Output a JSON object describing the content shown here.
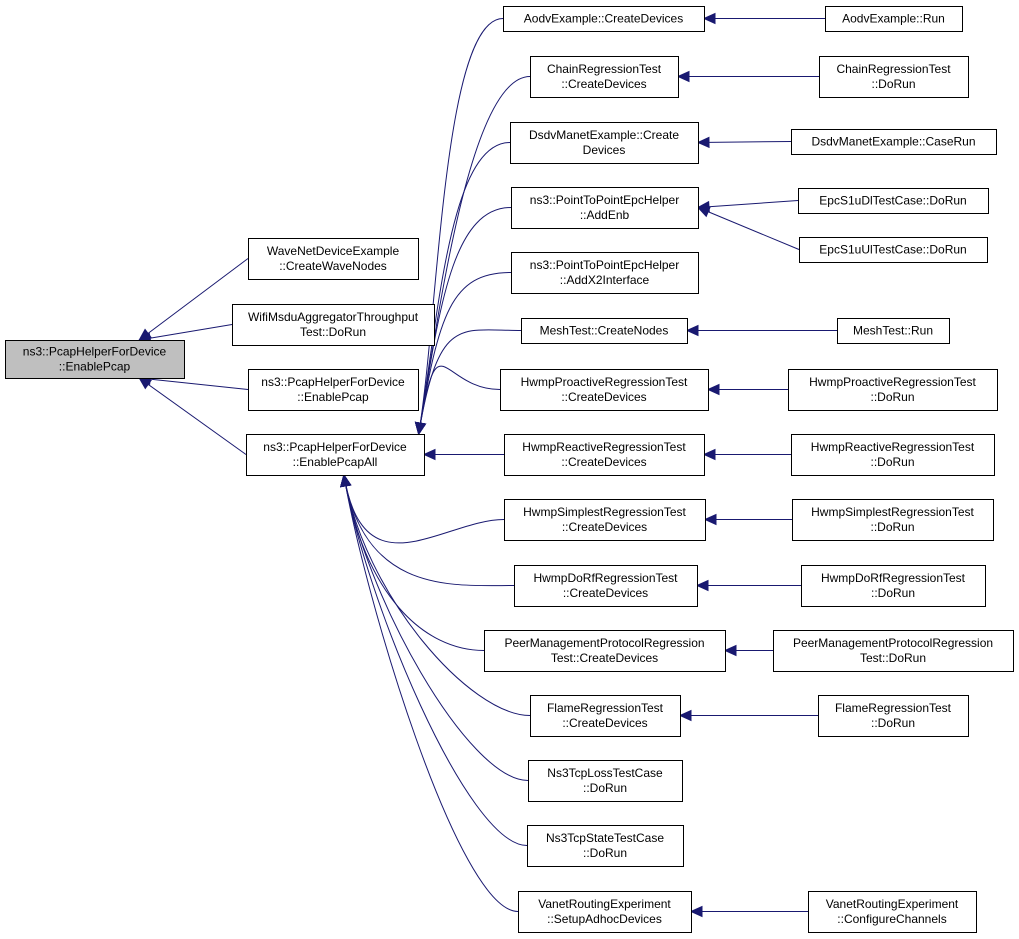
{
  "colors": {
    "edge": "#191970",
    "focus_fill": "#bfbfbf",
    "node_fill": "#ffffff",
    "node_border": "#000000"
  },
  "nodes": [
    {
      "id": "enablepcap",
      "name": "node-pcaphelper-enablepcap",
      "lines": [
        "ns3::PcapHelperForDevice",
        "::EnablePcap"
      ],
      "focus": true
    },
    {
      "id": "wavenet",
      "name": "node-wavenet-createwavenodes",
      "lines": [
        "WaveNetDeviceExample",
        "::CreateWaveNodes"
      ]
    },
    {
      "id": "wifimsdu",
      "name": "node-wifimsdu-dorun",
      "lines": [
        "WifiMsduAggregatorThroughput",
        "Test::DoRun"
      ]
    },
    {
      "id": "enablepcap2",
      "name": "node-pcaphelper-enablepcap-overload",
      "lines": [
        "ns3::PcapHelperForDevice",
        "::EnablePcap"
      ]
    },
    {
      "id": "enablepcapall",
      "name": "node-pcaphelper-enablepcapall",
      "lines": [
        "ns3::PcapHelperForDevice",
        "::EnablePcapAll"
      ]
    },
    {
      "id": "aodv",
      "name": "node-aodv-createdevices",
      "lines": [
        "AodvExample::CreateDevices"
      ]
    },
    {
      "id": "chain",
      "name": "node-chain-createdevices",
      "lines": [
        "ChainRegressionTest",
        "::CreateDevices"
      ]
    },
    {
      "id": "dsdv",
      "name": "node-dsdv-createdevices",
      "lines": [
        "DsdvManetExample::Create",
        "Devices"
      ]
    },
    {
      "id": "p2paddenb",
      "name": "node-p2pepc-addenb",
      "lines": [
        "ns3::PointToPointEpcHelper",
        "::AddEnb"
      ]
    },
    {
      "id": "p2paddx2",
      "name": "node-p2pepc-addx2interface",
      "lines": [
        "ns3::PointToPointEpcHelper",
        "::AddX2Interface"
      ]
    },
    {
      "id": "meshcreate",
      "name": "node-mesh-createnodes",
      "lines": [
        "MeshTest::CreateNodes"
      ]
    },
    {
      "id": "hwmpproact",
      "name": "node-hwmpproactive-createdevices",
      "lines": [
        "HwmpProactiveRegressionTest",
        "::CreateDevices"
      ]
    },
    {
      "id": "hwmpreact",
      "name": "node-hwmpreactive-createdevices",
      "lines": [
        "HwmpReactiveRegressionTest",
        "::CreateDevices"
      ]
    },
    {
      "id": "hwmpsimp",
      "name": "node-hwmpsimplest-createdevices",
      "lines": [
        "HwmpSimplestRegressionTest",
        "::CreateDevices"
      ]
    },
    {
      "id": "hwmpdorf",
      "name": "node-hwmpdorf-createdevices",
      "lines": [
        "HwmpDoRfRegressionTest",
        "::CreateDevices"
      ]
    },
    {
      "id": "peermgmt",
      "name": "node-peermanagement-createdevices",
      "lines": [
        "PeerManagementProtocolRegression",
        "Test::CreateDevices"
      ]
    },
    {
      "id": "flame",
      "name": "node-flame-createdevices",
      "lines": [
        "FlameRegressionTest",
        "::CreateDevices"
      ]
    },
    {
      "id": "tcploss",
      "name": "node-tcploss-dorun",
      "lines": [
        "Ns3TcpLossTestCase",
        "::DoRun"
      ]
    },
    {
      "id": "tcpstate",
      "name": "node-tcpstate-dorun",
      "lines": [
        "Ns3TcpStateTestCase",
        "::DoRun"
      ]
    },
    {
      "id": "vanet",
      "name": "node-vanet-setupadhocdevices",
      "lines": [
        "VanetRoutingExperiment",
        "::SetupAdhocDevices"
      ]
    },
    {
      "id": "aodvrun",
      "name": "node-aodv-run",
      "lines": [
        "AodvExample::Run"
      ]
    },
    {
      "id": "chainrun",
      "name": "node-chain-dorun",
      "lines": [
        "ChainRegressionTest",
        "::DoRun"
      ]
    },
    {
      "id": "dsdvrun",
      "name": "node-dsdv-caserun",
      "lines": [
        "DsdvManetExample::CaseRun"
      ]
    },
    {
      "id": "epcdl",
      "name": "node-epcs1udl-dorun",
      "lines": [
        "EpcS1uDlTestCase::DoRun"
      ]
    },
    {
      "id": "epcul",
      "name": "node-epcs1uul-dorun",
      "lines": [
        "EpcS1uUlTestCase::DoRun"
      ]
    },
    {
      "id": "meshrun",
      "name": "node-mesh-run",
      "lines": [
        "MeshTest::Run"
      ]
    },
    {
      "id": "hwmpproactrun",
      "name": "node-hwmpproactive-dorun",
      "lines": [
        "HwmpProactiveRegressionTest",
        "::DoRun"
      ]
    },
    {
      "id": "hwmpreactrun",
      "name": "node-hwmpreactive-dorun",
      "lines": [
        "HwmpReactiveRegressionTest",
        "::DoRun"
      ]
    },
    {
      "id": "hwmpsimprun",
      "name": "node-hwmpsimplest-dorun",
      "lines": [
        "HwmpSimplestRegressionTest",
        "::DoRun"
      ]
    },
    {
      "id": "hwmpdorfrun",
      "name": "node-hwmpdorf-dorun",
      "lines": [
        "HwmpDoRfRegressionTest",
        "::DoRun"
      ]
    },
    {
      "id": "peermgmtrun",
      "name": "node-peermanagement-dorun",
      "lines": [
        "PeerManagementProtocolRegression",
        "Test::DoRun"
      ]
    },
    {
      "id": "flamerun",
      "name": "node-flame-dorun",
      "lines": [
        "FlameRegressionTest",
        "::DoRun"
      ]
    },
    {
      "id": "vanetcfg",
      "name": "node-vanet-configurechannels",
      "lines": [
        "VanetRoutingExperiment",
        "::ConfigureChannels"
      ]
    }
  ],
  "edges": [
    {
      "from": "wavenet",
      "to": "enablepcap"
    },
    {
      "from": "wifimsdu",
      "to": "enablepcap"
    },
    {
      "from": "enablepcap2",
      "to": "enablepcap"
    },
    {
      "from": "enablepcapall",
      "to": "enablepcap"
    },
    {
      "from": "aodv",
      "to": "enablepcapall"
    },
    {
      "from": "chain",
      "to": "enablepcapall"
    },
    {
      "from": "dsdv",
      "to": "enablepcapall"
    },
    {
      "from": "p2paddenb",
      "to": "enablepcapall"
    },
    {
      "from": "p2paddx2",
      "to": "enablepcapall"
    },
    {
      "from": "meshcreate",
      "to": "enablepcapall"
    },
    {
      "from": "hwmpproact",
      "to": "enablepcapall"
    },
    {
      "from": "hwmpreact",
      "to": "enablepcapall"
    },
    {
      "from": "hwmpsimp",
      "to": "enablepcapall"
    },
    {
      "from": "hwmpdorf",
      "to": "enablepcapall"
    },
    {
      "from": "peermgmt",
      "to": "enablepcapall"
    },
    {
      "from": "flame",
      "to": "enablepcapall"
    },
    {
      "from": "tcploss",
      "to": "enablepcapall"
    },
    {
      "from": "tcpstate",
      "to": "enablepcapall"
    },
    {
      "from": "vanet",
      "to": "enablepcapall"
    },
    {
      "from": "aodvrun",
      "to": "aodv"
    },
    {
      "from": "chainrun",
      "to": "chain"
    },
    {
      "from": "dsdvrun",
      "to": "dsdv"
    },
    {
      "from": "epcdl",
      "to": "p2paddenb"
    },
    {
      "from": "epcul",
      "to": "p2paddenb"
    },
    {
      "from": "meshrun",
      "to": "meshcreate"
    },
    {
      "from": "hwmpproactrun",
      "to": "hwmpproact"
    },
    {
      "from": "hwmpreactrun",
      "to": "hwmpreact"
    },
    {
      "from": "hwmpsimprun",
      "to": "hwmpsimp"
    },
    {
      "from": "hwmpdorfrun",
      "to": "hwmpdorf"
    },
    {
      "from": "peermgmtrun",
      "to": "peermgmt"
    },
    {
      "from": "flamerun",
      "to": "flame"
    },
    {
      "from": "vanetcfg",
      "to": "vanet"
    }
  ]
}
